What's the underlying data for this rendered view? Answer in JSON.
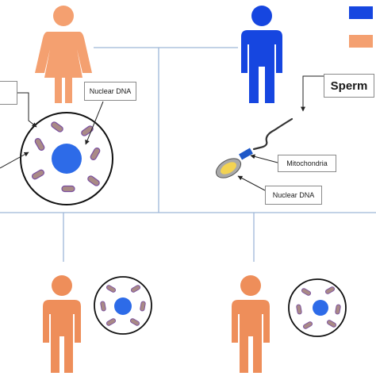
{
  "labels": {
    "nuclear_dna_maternal": "Nuclear DNA",
    "sperm": "Sperm",
    "mitochondria": "Mitochondria",
    "nuclear_dna_paternal": "Nuclear DNA"
  },
  "legend": {
    "male_color": "#1646E0",
    "female_color": "#F4A070"
  },
  "colors": {
    "female": "#F4A070",
    "male": "#1646E0",
    "offspring": "#EE8E5A",
    "nucleus": "#2D6BE8",
    "mitochondrion": "#A98A86",
    "mitochondrion_edge": "#7A4FA0",
    "sperm_head": "#A9A9A9",
    "sperm_nucleus": "#F3D352",
    "sperm_midpiece": "#1E58C8",
    "line": "#9DB6D8",
    "arrow": "#222222"
  },
  "icons": {
    "mother": "female-figure-icon",
    "father": "male-figure-icon",
    "children": "person-figure-icon"
  }
}
